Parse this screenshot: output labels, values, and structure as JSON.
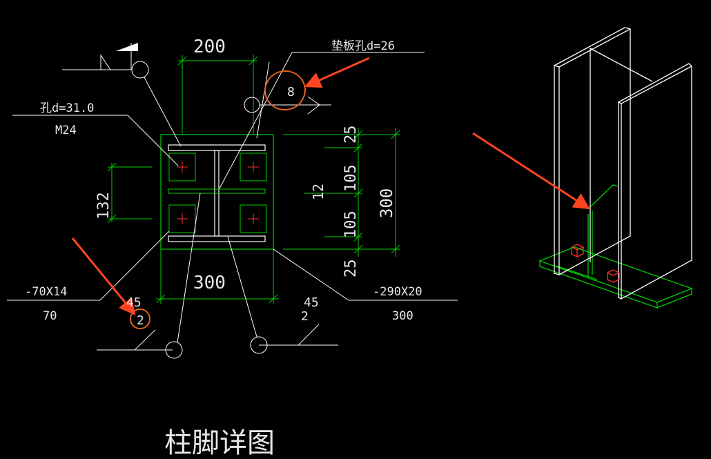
{
  "labels": {
    "top_dim": "200",
    "hole_pad": "垫板孔d=26",
    "hole_bolt": "孔d=31.0",
    "bolt": "M24",
    "circle_8": "8",
    "dim_25_top": "25",
    "dim_105_a": "105",
    "dim_12": "12",
    "dim_300_v": "300",
    "dim_105_b": "105",
    "dim_25_bot": "25",
    "dim_132": "132",
    "bottom_dim": "300",
    "plate_left": "-70X14",
    "plate_left_w": "70",
    "plate_right": "-290X20",
    "plate_right_w": "300",
    "weld_left_size": "45",
    "weld_left_n": "2",
    "weld_right_size": "45",
    "weld_right_n": "2",
    "title": "柱脚详图"
  },
  "colors": {
    "dimension": "#00d000",
    "outline": "#ffffff",
    "annotation": "#ff4422",
    "callout": "#e06020",
    "text": "#e8e8e8",
    "hole_center": "#ff3030"
  }
}
